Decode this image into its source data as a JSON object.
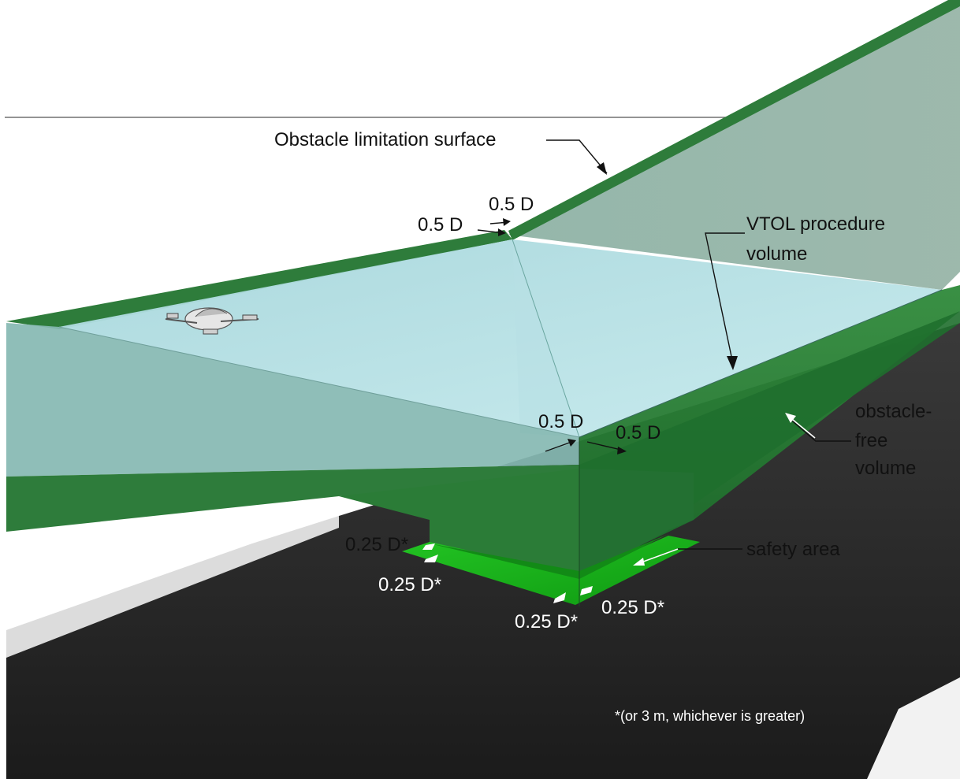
{
  "labels": {
    "obstacle_limitation_surface": "Obstacle limitation surface",
    "vtol_procedure_volume_line1": "VTOL procedure",
    "vtol_procedure_volume_line2": "volume",
    "obstacle_free_line1": "obstacle-",
    "obstacle_free_line2": "free",
    "obstacle_free_line3": "volume",
    "safety_area": "safety area",
    "half_d": "0.5 D",
    "quarter_d_star": "0.25 D*",
    "footnote": "*(or 3 m, whichever is greater)"
  },
  "colors": {
    "surface_green": "#2f7a3c",
    "volume_cyan": "#a9dbe0",
    "volume_shadow": "#7fb8b2",
    "safety_green": "#1fb21f",
    "ground_dark": "#262626",
    "sky": "#ffffff"
  },
  "icons": {
    "aircraft": "evtol-aircraft-icon"
  }
}
